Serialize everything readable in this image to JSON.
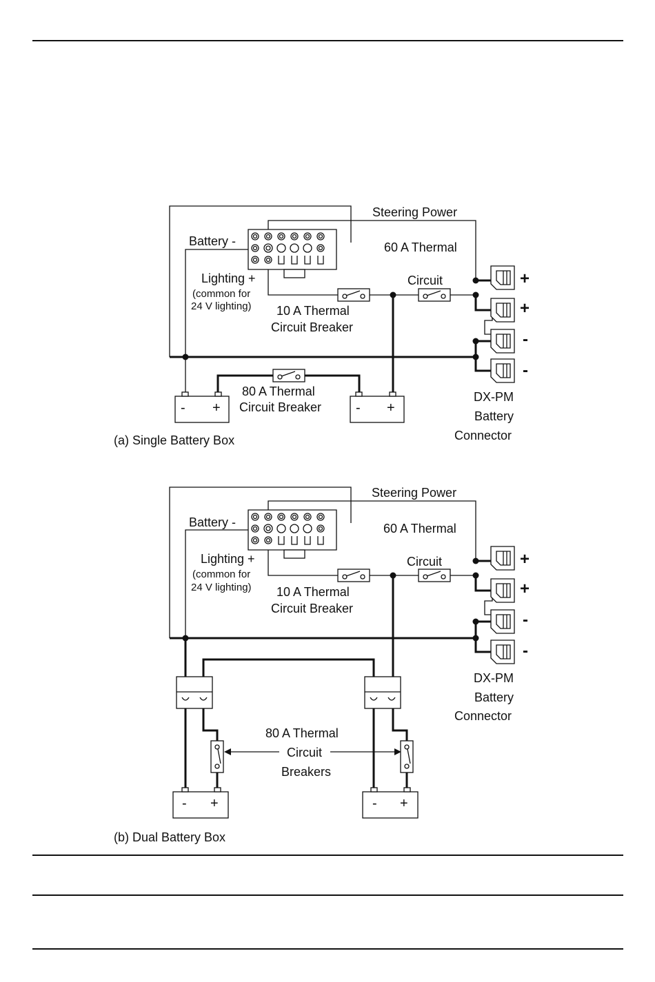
{
  "diagram_a": {
    "labels": {
      "steering_power": "Steering Power",
      "battery_minus": "Battery -",
      "thermal_60": "60 A Thermal",
      "circuit": "Circuit",
      "lighting_plus": "Lighting +",
      "common_for": "(common for",
      "lighting_24v": "24 V lighting)",
      "thermal_10": "10 A Thermal",
      "circuit_breaker_10": "Circuit Breaker",
      "thermal_80": "80 A Thermal",
      "circuit_breaker_80": "Circuit Breaker",
      "dxpm": "DX-PM",
      "battery": "Battery",
      "connector": "Connector"
    },
    "connector_signs": [
      "+",
      "+",
      "-",
      "-"
    ],
    "battery_signs": [
      "-",
      "+"
    ],
    "caption": "(a)  Single Battery Box"
  },
  "diagram_b": {
    "labels": {
      "steering_power": "Steering Power",
      "battery_minus": "Battery -",
      "thermal_60": "60 A Thermal",
      "circuit": "Circuit",
      "lighting_plus": "Lighting +",
      "common_for": "(common for",
      "lighting_24v": "24 V lighting)",
      "thermal_10": "10 A Thermal",
      "circuit_breaker_10": "Circuit Breaker",
      "thermal_80": "80 A Thermal",
      "circuit_80": "Circuit",
      "breakers_80": "Breakers",
      "dxpm": "DX-PM",
      "battery": "Battery",
      "connector": "Connector"
    },
    "connector_signs": [
      "+",
      "+",
      "-",
      "-"
    ],
    "battery_signs": [
      "-",
      "+"
    ],
    "caption": "(b)  Dual Battery Box"
  }
}
